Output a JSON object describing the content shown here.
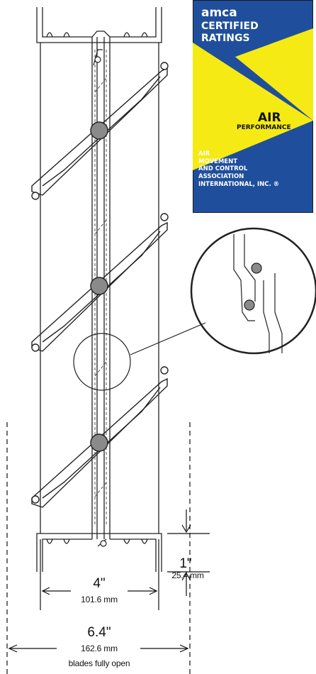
{
  "badge": {
    "line1": "amca",
    "line2": "CERTIFIED",
    "line3": "RATINGS",
    "air": "AIR",
    "performance": "PERFORMANCE",
    "org": [
      "AIR",
      "MOVEMENT",
      "AND CONTROL",
      "ASSOCIATION",
      "INTERNATIONAL, INC. ®"
    ],
    "colors": {
      "blue": "#1f4f9c",
      "yellow": "#f5ea14",
      "white": "#ffffff",
      "border": "#1a1a1a"
    }
  },
  "dimensions": {
    "lip": {
      "imperial": "1\"",
      "metric": "25.4 mm"
    },
    "frame": {
      "imperial": "4\"",
      "metric": "101.6 mm"
    },
    "overall": {
      "imperial": "6.4\"",
      "metric": "162.6 mm",
      "note": "blades fully open"
    }
  },
  "colors": {
    "line": "#222222",
    "hub": "#8a8a8a",
    "dash": "#555555"
  }
}
